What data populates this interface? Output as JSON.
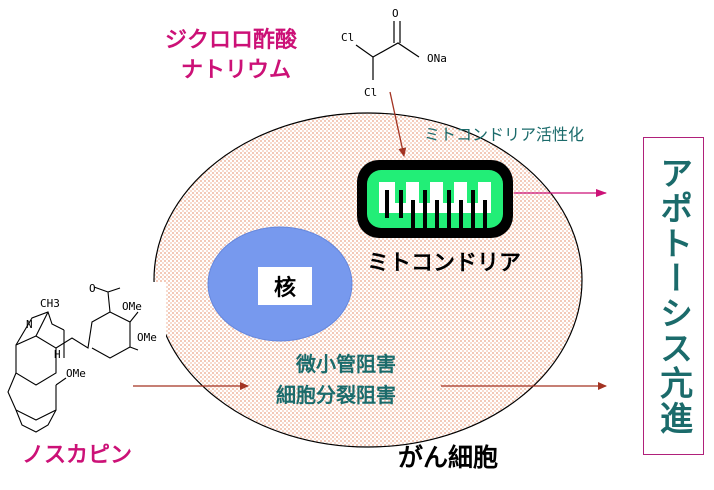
{
  "compound1": {
    "line1": "ジクロロ酢酸",
    "line2": "ナトリウム"
  },
  "compound1_structure": {
    "cl_top": "Cl",
    "o": "O",
    "ona": "ONa",
    "cl_bottom": "Cl"
  },
  "mito_activation": "ミトコンドリア活性化",
  "mitochondria": "ミトコンドリア",
  "nucleus": "核",
  "microtubule": {
    "line1": "微小管阻害",
    "line2": "細胞分裂阻害"
  },
  "cancer_cell": "がん細胞",
  "compound2": "ノスカピン",
  "compound2_structure": {
    "ch3": "CH3",
    "ome1": "OMe",
    "ome2": "OMe",
    "ome3": "OMe",
    "h": "H",
    "n": "N",
    "o": "O"
  },
  "result": "アポトーシス亢進",
  "colors": {
    "pink": "#cc1177",
    "teal": "#1b6b6b",
    "cell_fill": "#fbe8e0",
    "nucleus": "#7799ee",
    "mito_green": "#22ee77",
    "arrow": "#a33322"
  }
}
